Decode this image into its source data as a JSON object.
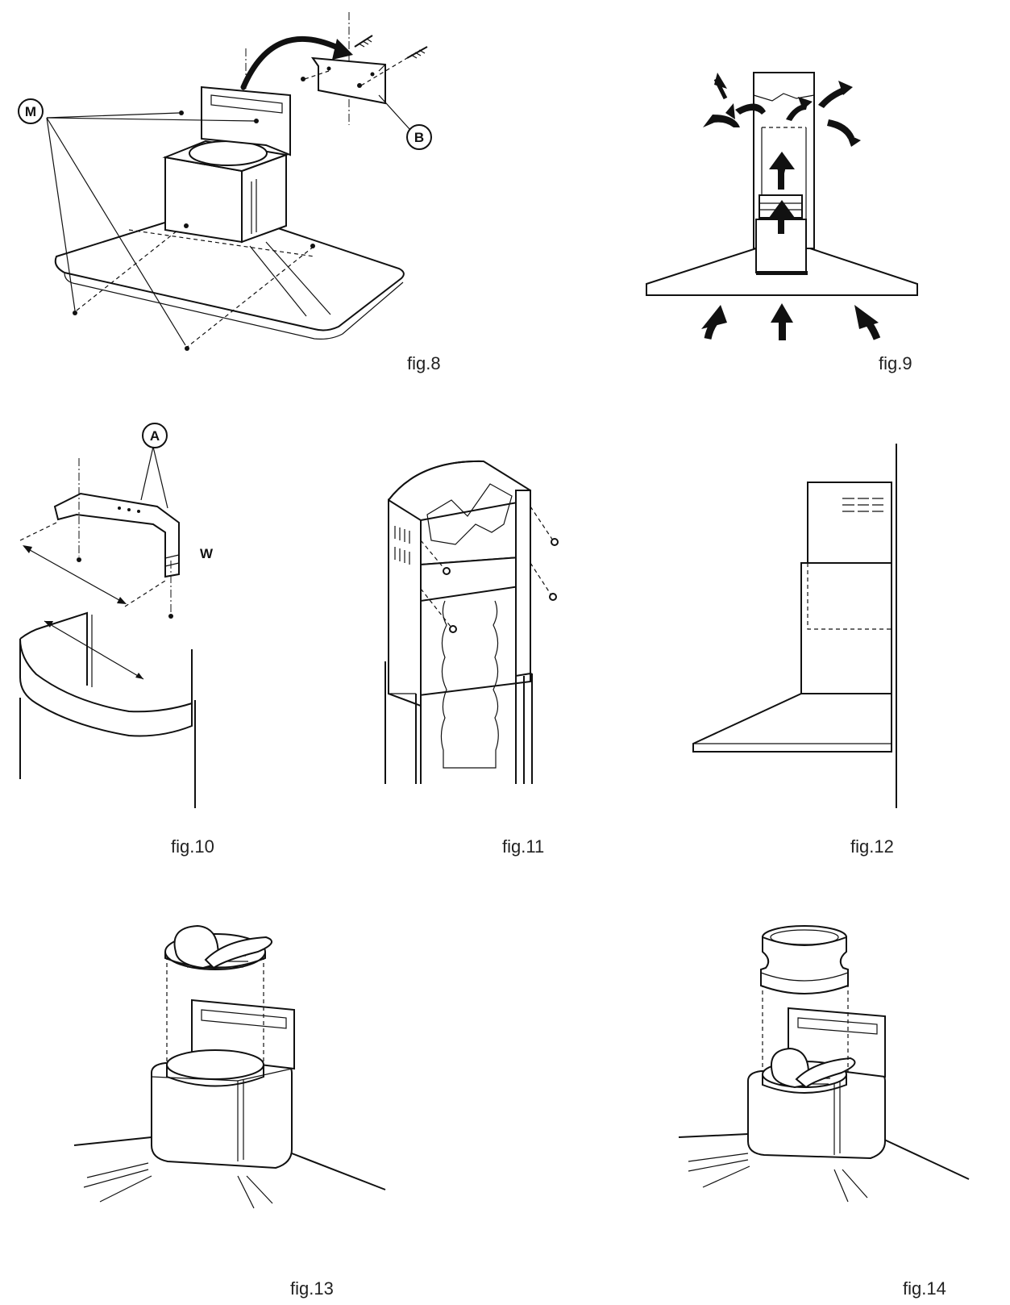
{
  "figures": [
    {
      "id": "fig8",
      "caption": "fig.8"
    },
    {
      "id": "fig9",
      "caption": "fig.9"
    },
    {
      "id": "fig10",
      "caption": "fig.10"
    },
    {
      "id": "fig11",
      "caption": "fig.11"
    },
    {
      "id": "fig12",
      "caption": "fig.12"
    },
    {
      "id": "fig13",
      "caption": "fig.13"
    },
    {
      "id": "fig14",
      "caption": "fig.14"
    }
  ],
  "callouts": {
    "fig8_m": "M",
    "fig8_b": "B",
    "fig10_a": "A",
    "fig10_w": "W"
  }
}
